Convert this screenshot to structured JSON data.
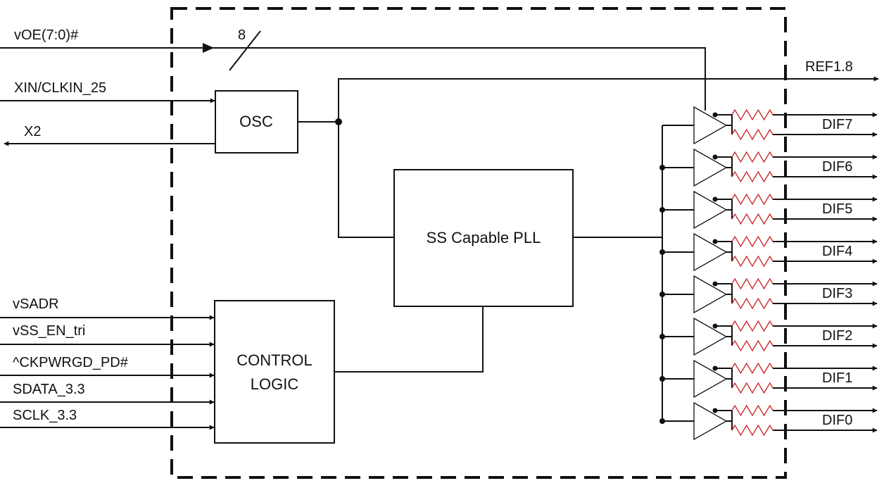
{
  "diagram": {
    "bus_width": "8",
    "inputs": {
      "voe": "vOE(7:0)#",
      "xin": "XIN/CLKIN_25",
      "x2": "X2",
      "vsadr": "vSADR",
      "vss_en": "vSS_EN_tri",
      "ckpwrgd": "^CKPWRGD_PD#",
      "sdata": "SDATA_3.3",
      "sclk": "SCLK_3.3"
    },
    "blocks": {
      "osc": "OSC",
      "pll": "SS Capable PLL",
      "control_line1": "CONTROL",
      "control_line2": "LOGIC"
    },
    "outputs": {
      "ref": "REF1.8",
      "dif": [
        "DIF7",
        "DIF6",
        "DIF5",
        "DIF4",
        "DIF3",
        "DIF2",
        "DIF1",
        "DIF0"
      ]
    },
    "colors": {
      "line": "#111111",
      "resistor": "#cc2222"
    }
  }
}
